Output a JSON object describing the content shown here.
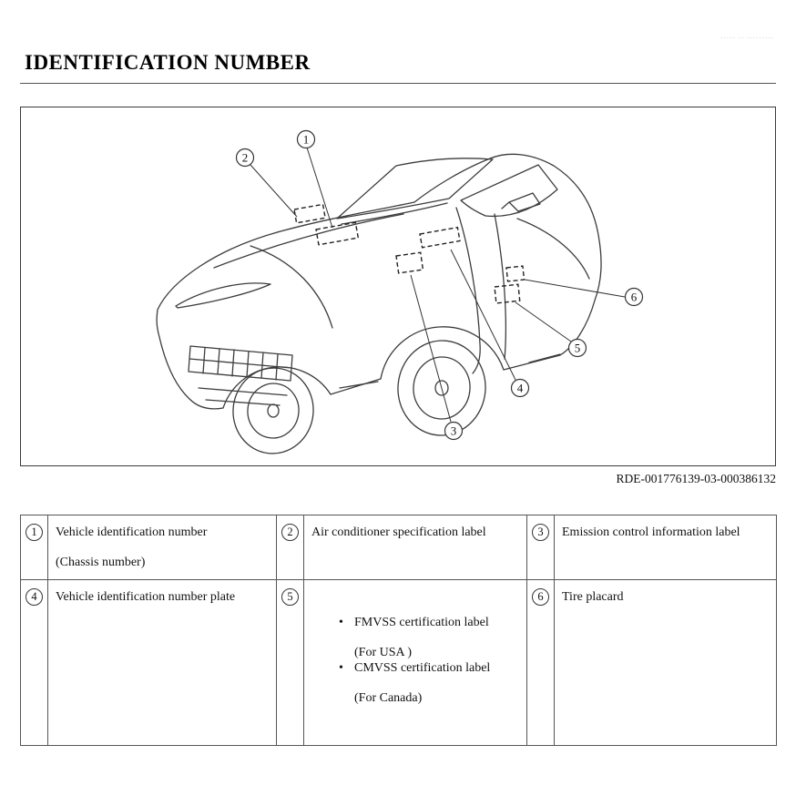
{
  "header": {
    "watermark_text": "····· ·· ·········",
    "title": "IDENTIFICATION NUMBER"
  },
  "figure": {
    "ref_code": "RDE-001776139-03-000386132",
    "callouts": [
      "1",
      "2",
      "3",
      "4",
      "5",
      "6"
    ]
  },
  "table": {
    "rows": [
      {
        "cells": [
          {
            "num": "1",
            "lines": [
              "Vehicle identification number",
              "(Chassis number)"
            ]
          },
          {
            "num": "2",
            "lines": [
              "Air conditioner specification label"
            ]
          },
          {
            "num": "3",
            "lines": [
              "Emission control information label"
            ]
          }
        ]
      },
      {
        "cells": [
          {
            "num": "4",
            "lines": [
              "Vehicle identification number plate"
            ]
          },
          {
            "num": "5",
            "bullets": [
              {
                "lines": [
                  "FMVSS certification label",
                  "(For USA )"
                ]
              },
              {
                "lines": [
                  "CMVSS certification label",
                  "(For Canada)"
                ]
              }
            ]
          },
          {
            "num": "6",
            "lines": [
              "Tire placard"
            ]
          }
        ]
      }
    ]
  }
}
